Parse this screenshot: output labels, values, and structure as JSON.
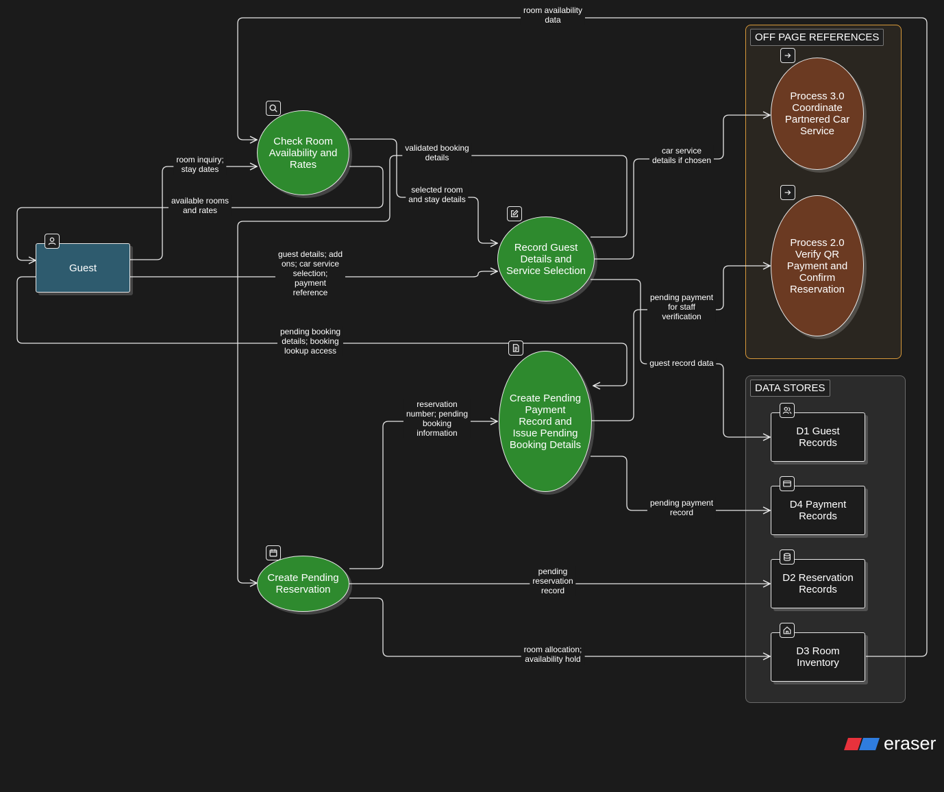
{
  "groups": {
    "off_page": {
      "title": "OFF PAGE REFERENCES"
    },
    "data_stores": {
      "title": "DATA STORES"
    }
  },
  "nodes": {
    "guest": {
      "label": "Guest",
      "icon": "user-icon"
    },
    "check_room": {
      "label": "Check Room Availability and Rates",
      "icon": "search-icon"
    },
    "record_guest": {
      "label": "Record Guest Details and Service Selection",
      "icon": "edit-icon"
    },
    "create_pending_payment": {
      "label": "Create Pending Payment Record and Issue Pending Booking Details",
      "icon": "document-icon"
    },
    "create_pending_reservation": {
      "label": "Create Pending Reservation",
      "icon": "calendar-icon"
    },
    "process3": {
      "label": "Process 3.0 Coordinate Partnered Car Service",
      "icon": "arrow-right-icon"
    },
    "process2": {
      "label": "Process 2.0 Verify QR Payment and Confirm Reservation",
      "icon": "arrow-right-icon"
    },
    "d1": {
      "label": "D1 Guest Records",
      "icon": "users-icon"
    },
    "d4": {
      "label": "D4 Payment Records",
      "icon": "card-icon"
    },
    "d2": {
      "label": "D2 Reservation Records",
      "icon": "database-icon"
    },
    "d3": {
      "label": "D3 Room Inventory",
      "icon": "home-icon"
    }
  },
  "flows": [
    {
      "id": "room_availability",
      "label": "room availability\ndata"
    },
    {
      "id": "room_inquiry",
      "label": "room inquiry;\nstay dates"
    },
    {
      "id": "available_rooms",
      "label": "available rooms\nand rates"
    },
    {
      "id": "validated_booking",
      "label": "validated booking\ndetails"
    },
    {
      "id": "selected_room",
      "label": "selected room\nand stay details"
    },
    {
      "id": "car_service",
      "label": "car service\ndetails if chosen"
    },
    {
      "id": "guest_details",
      "label": "guest details; add\nons; car service\nselection;\npayment\nreference"
    },
    {
      "id": "pending_payment_staff",
      "label": "pending payment\nfor staff\nverification"
    },
    {
      "id": "guest_record_data",
      "label": "guest record data"
    },
    {
      "id": "pending_booking_details",
      "label": "pending booking\ndetails; booking\nlookup access"
    },
    {
      "id": "reservation_number",
      "label": "reservation\nnumber; pending\nbooking\ninformation"
    },
    {
      "id": "pending_payment_record",
      "label": "pending payment\nrecord"
    },
    {
      "id": "pending_reservation_record",
      "label": "pending\nreservation\nrecord"
    },
    {
      "id": "room_allocation",
      "label": "room allocation;\navailability hold"
    }
  ],
  "branding": {
    "logo_text": "eraser",
    "logo_colors": [
      "#e8323c",
      "#2f7ddf"
    ]
  },
  "colors": {
    "process": "#2e8a2e",
    "external": "#2e5b6e",
    "offpage": "#6b3a22",
    "offpage_border": "#d99a3a",
    "background": "#1b1b1b"
  }
}
